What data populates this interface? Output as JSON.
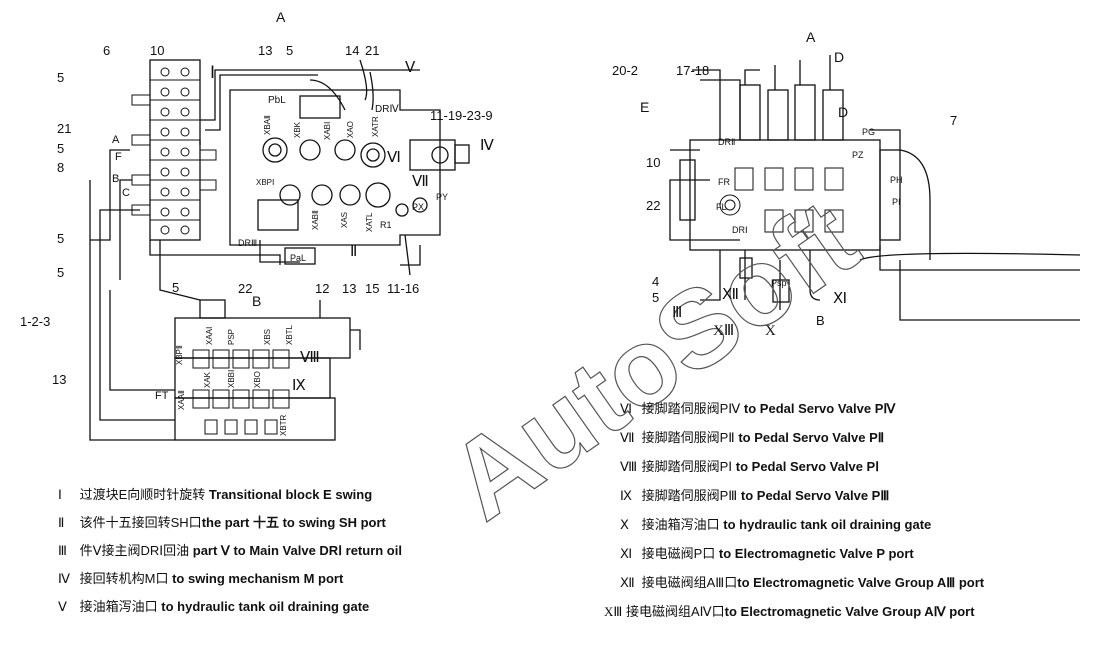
{
  "left_drawing": {
    "top_label": "A",
    "callouts": [
      "6",
      "10",
      "5",
      "21",
      "5",
      "8",
      "5",
      "5",
      "1-2-3",
      "13",
      "5",
      "13",
      "5",
      "14",
      "21",
      "11-19-23-9",
      "Ⅳ",
      "Ⅴ",
      "22",
      "12",
      "13",
      "15",
      "11-16",
      "B",
      "FT",
      "Ⅰ",
      "Ⅱ",
      "Ⅵ",
      "Ⅶ",
      "Ⅷ",
      "Ⅸ"
    ],
    "port_labels": [
      "PbL",
      "DRⅣ",
      "XBAⅡ",
      "XBK",
      "XABⅠ",
      "XAO",
      "XATR",
      "XBPⅠ",
      "XABⅡ",
      "XAS",
      "XATL",
      "DRⅢ",
      "PaL",
      "R1",
      "PX",
      "PY",
      "A",
      "B",
      "C",
      "F",
      "XBPⅡ",
      "XAAⅠ",
      "PSP",
      "XBS",
      "XBTL",
      "XAAⅡ",
      "XAK",
      "XBBⅠ",
      "XBO",
      "XBTR"
    ]
  },
  "right_drawing": {
    "top_label": "A",
    "callouts": [
      "20-2",
      "17-18",
      "E",
      "D",
      "D",
      "7",
      "10",
      "22",
      "4",
      "5",
      "Ⅲ",
      "XⅢ",
      "X",
      "Ⅻ",
      "Ⅺ",
      "B"
    ],
    "port_labels": [
      "PG",
      "PZ",
      "PH",
      "PⅠ",
      "DRⅡ",
      "FR",
      "FL",
      "DRⅠ",
      "Psp"
    ]
  },
  "watermark": "AutoSoft",
  "legend_left": [
    {
      "num": "Ⅰ",
      "zh": "过渡块E向顺时针旋转",
      "en": "Transitional block E swing"
    },
    {
      "num": "Ⅱ",
      "zh": "该件十五接回转SH口",
      "en": "the part 十五 to swing SH port"
    },
    {
      "num": "Ⅲ",
      "zh": "件Ⅴ接主阀DRⅠ回油",
      "en": "part Ⅴ to Main Valve DRⅠ return oil"
    },
    {
      "num": "Ⅳ",
      "zh": "接回转机构M口",
      "en": "to swing mechanism M port"
    },
    {
      "num": "Ⅴ",
      "zh": "接油箱泻油口",
      "en": "to hydraulic tank oil draining gate"
    }
  ],
  "legend_right": [
    {
      "num": "Ⅵ",
      "zh": "接脚踏伺服阀PⅣ",
      "en": "to Pedal Servo Valve PⅣ"
    },
    {
      "num": "Ⅶ",
      "zh": "接脚踏伺服阀PⅡ",
      "en": "to Pedal Servo Valve PⅡ"
    },
    {
      "num": "Ⅷ",
      "zh": "接脚踏伺服阀PⅠ",
      "en": "to Pedal Servo Valve PⅠ"
    },
    {
      "num": "Ⅸ",
      "zh": "接脚踏伺服阀PⅢ",
      "en": "to Pedal Servo Valve PⅢ"
    },
    {
      "num": "Ⅹ",
      "zh": "接油箱泻油口",
      "en": "to hydraulic tank oil draining gate"
    },
    {
      "num": "Ⅺ",
      "zh": "接电磁阀P口",
      "en": "to Electromagnetic Valve P port"
    },
    {
      "num": "Ⅻ",
      "zh": "接电磁阀组AⅢ口",
      "en": "to Electromagnetic Valve Group AⅢ port"
    },
    {
      "num": "XⅢ",
      "zh": "接电磁阀组AⅣ口",
      "en": "to Electromagnetic Valve Group AⅣ port"
    }
  ]
}
